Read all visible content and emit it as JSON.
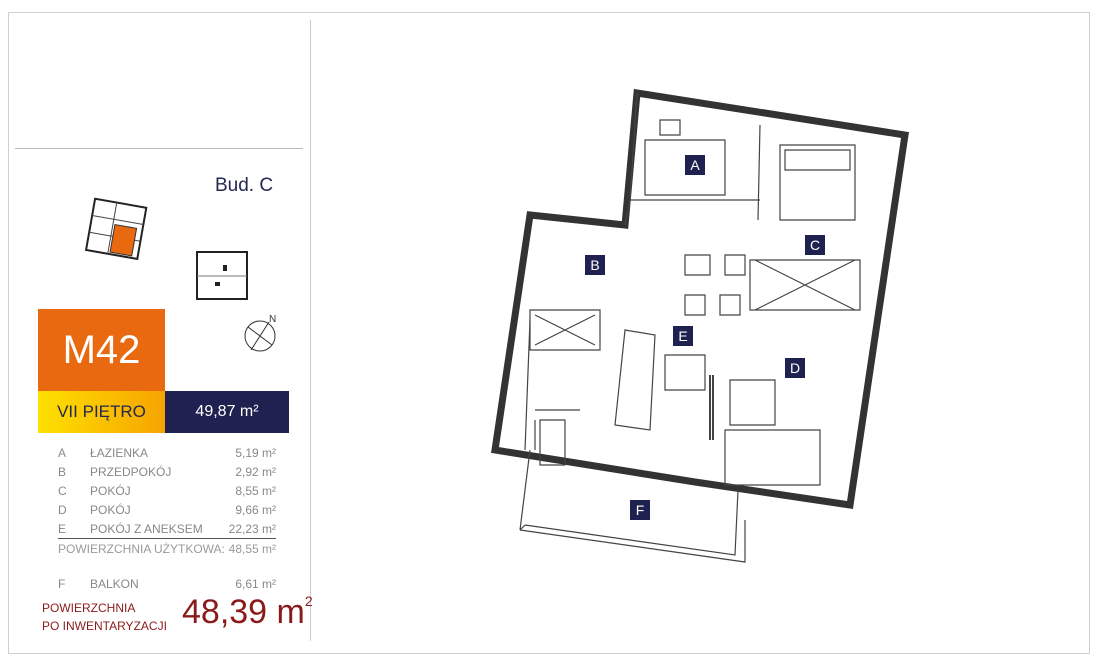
{
  "building": "Bud. C",
  "unit": "M42",
  "floor": "VII PIĘTRO",
  "total_area": "49,87 m²",
  "rooms": [
    {
      "letter": "A",
      "name": "ŁAZIENKA",
      "area": "5,19 m²"
    },
    {
      "letter": "B",
      "name": "PRZEDPOKÓJ",
      "area": "2,92 m²"
    },
    {
      "letter": "C",
      "name": "POKÓJ",
      "area": "8,55 m²"
    },
    {
      "letter": "D",
      "name": "POKÓJ",
      "area": "9,66 m²"
    },
    {
      "letter": "E",
      "name": "POKÓJ Z ANEKSEM",
      "area": "22,23 m²"
    }
  ],
  "usable": {
    "label": "POWIERZCHNIA UŻYTKOWA:",
    "area": "48,55 m²"
  },
  "balcony": {
    "letter": "F",
    "name": "BALKON",
    "area": "6,61 m²"
  },
  "inventory": {
    "label1": "POWIERZCHNIA",
    "label2": "PO INWENTARYZACJI",
    "value": "48,39",
    "unit": "m",
    "sup": "2"
  },
  "compass": "N",
  "colors": {
    "orange": "#e8690f",
    "navy": "#1f2250",
    "red": "#8b1a1a"
  }
}
